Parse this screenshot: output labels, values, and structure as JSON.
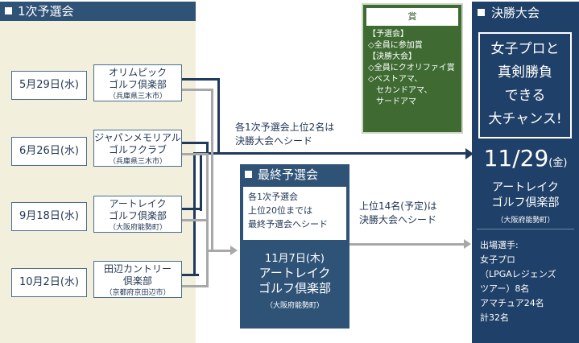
{
  "prelim": {
    "header": "1次予選会",
    "rows": [
      {
        "date": "5月29日(水)",
        "venue": "オリムピック\nゴルフ倶楽部",
        "loc": "（兵庫県三木市）"
      },
      {
        "date": "6月26日(水)",
        "venue": "ジャパンメモリアル\nゴルフクラブ",
        "loc": "（兵庫県三木市）"
      },
      {
        "date": "9月18日(水)",
        "venue": "アートレイク\nゴルフ倶楽部",
        "loc": "（大阪府能勢町）"
      },
      {
        "date": "10月2日(水)",
        "venue": "田辺カントリー\n倶楽部",
        "loc": "（京都府京田辺市）"
      }
    ]
  },
  "note_top": "各1次予選会上位2名は\n決勝大会へシード",
  "final_qual": {
    "header": "最終予選会",
    "seed_text": "各1次予選会\n上位20位までは\n最終予選会へシード",
    "date": "11月7日(木)",
    "venue": "アートレイク\nゴルフ倶楽部",
    "loc": "（大阪府能勢町）"
  },
  "note_mid": "上位14名(予定)は\n決勝大会へシード",
  "award": {
    "title": "賞",
    "lines": [
      "【予選会】",
      "◇全員に参加賞",
      "【決勝大会】",
      "◇全員にクオリファイ賞",
      "◇ベストアマ、",
      "　セカンドアマ、",
      "　サードアマ"
    ]
  },
  "final": {
    "header": "決勝大会",
    "slogan": "女子プロと\n真剣勝負\nできる\n大チャンス!",
    "date_main": "11/29",
    "date_day": "(金)",
    "venue": "アートレイク\nゴルフ倶楽部",
    "loc": "（大阪府能勢町）",
    "players": "出場選手:\n女子プロ\n（LPGAレジェンズ\nツアー）8名\nアマチュア24名\n計32名"
  },
  "colors": {
    "navy": "#1f3a5a",
    "header": "#2f5377",
    "prelim_bg": "#f2f0dc",
    "award_green": "#3f6b33",
    "final_bg": "#1f4068",
    "arrow_grey": "#a8a8a8"
  }
}
